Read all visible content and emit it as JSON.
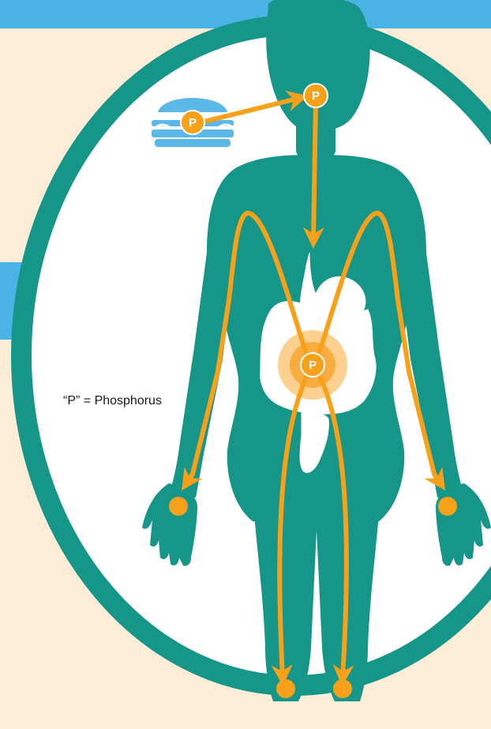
{
  "legend": {
    "text": "“P” = Phosphorus"
  },
  "markers": {
    "p_symbol": "P"
  },
  "colors": {
    "background": "#fdecd6",
    "band": "#4bb4e6",
    "body": "#159688",
    "ring": "#159688",
    "oval_fill": "#ffffff",
    "arrow": "#f7a11a",
    "glow": "#fbc16a",
    "food": "#5bb8e8"
  },
  "icons": [
    "burger-icon",
    "phosphorus-marker",
    "digestive-system-icon"
  ]
}
